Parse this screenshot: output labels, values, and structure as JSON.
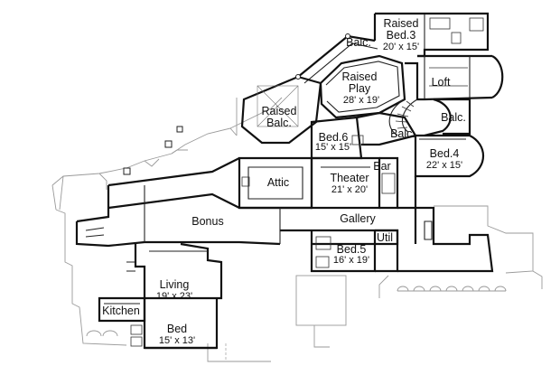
{
  "rooms": {
    "raised_bed3": {
      "name": "Raised\nBed.3",
      "dims": "20' x 15'"
    },
    "balc_top": {
      "name": "Balc."
    },
    "raised_play": {
      "name": "Raised\nPlay",
      "dims": "28' x 19'"
    },
    "loft": {
      "name": "Loft"
    },
    "raised_balc": {
      "name": "Raised\nBalc."
    },
    "balc_right": {
      "name": "Balc."
    },
    "bed6": {
      "name": "Bed.6",
      "dims": "15' x 15'"
    },
    "balc_mid": {
      "name": "Balc."
    },
    "bed4": {
      "name": "Bed.4",
      "dims": "22' x 15'"
    },
    "theater": {
      "name": "Theater",
      "dims": "21' x 20'"
    },
    "bar": {
      "name": "Bar"
    },
    "attic": {
      "name": "Attic"
    },
    "gallery": {
      "name": "Gallery"
    },
    "bonus": {
      "name": "Bonus"
    },
    "bed5": {
      "name": "Bed.5",
      "dims": "16' x 19'"
    },
    "util": {
      "name": "Util"
    },
    "living": {
      "name": "Living",
      "dims": "19' x 23'"
    },
    "kitchen": {
      "name": "Kitchen"
    },
    "bed_bottom": {
      "name": "Bed",
      "dims": "15' x 13'"
    }
  }
}
